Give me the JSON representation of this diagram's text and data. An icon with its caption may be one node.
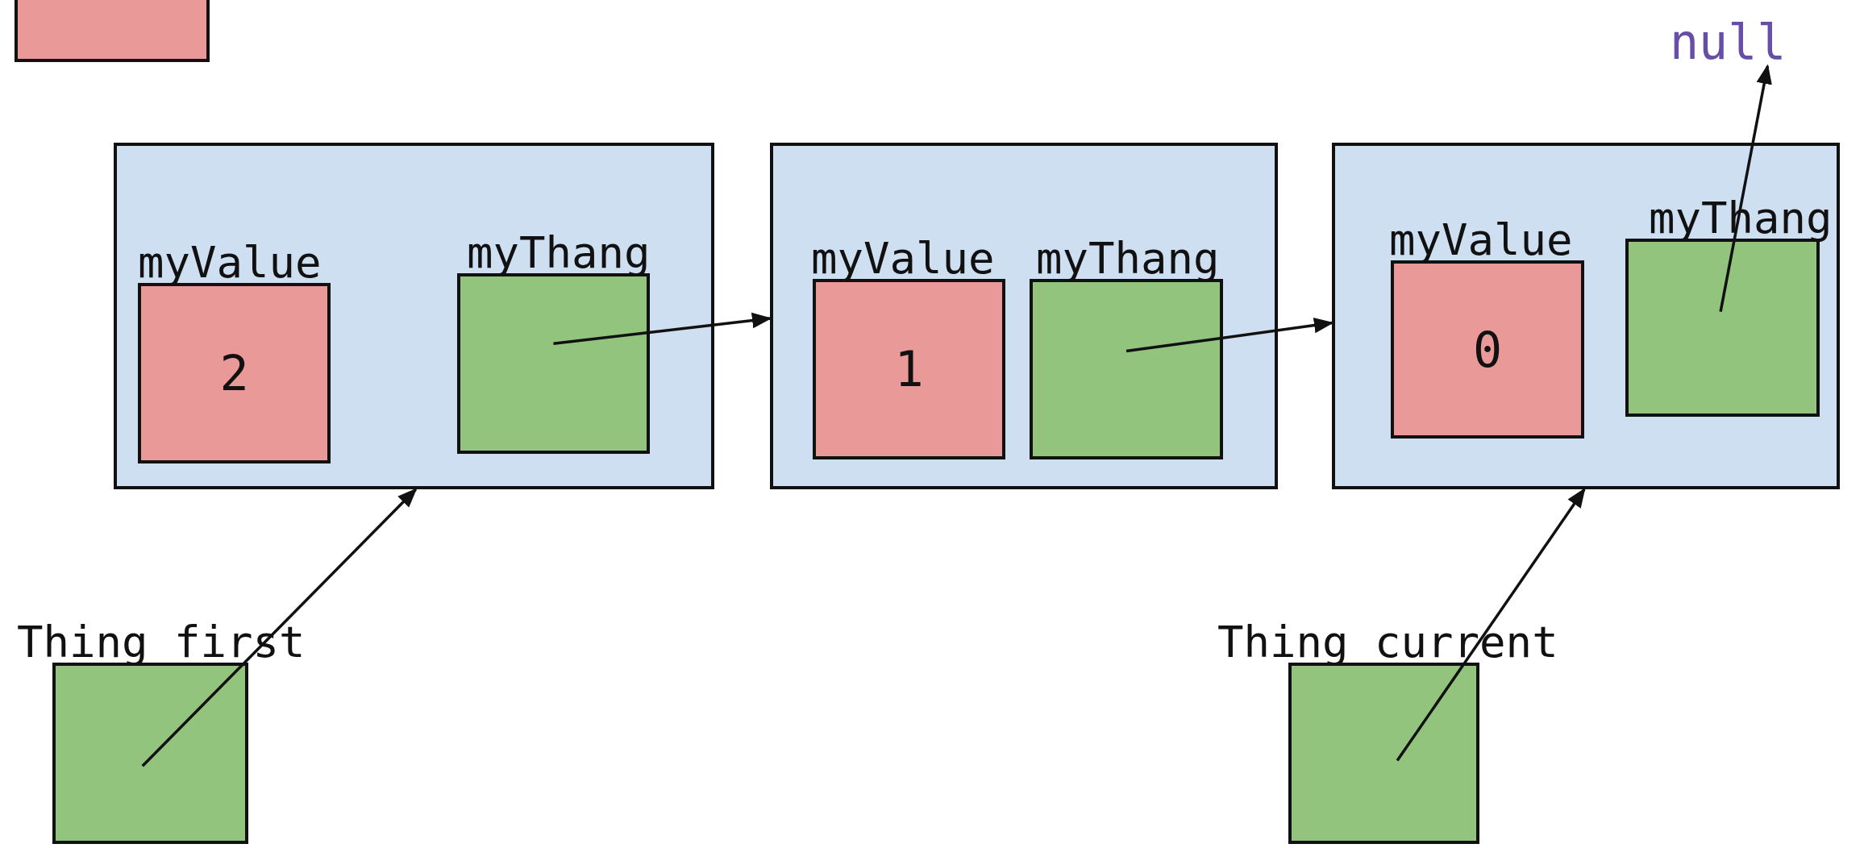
{
  "diagram": {
    "nodes": [
      {
        "text": [],
        "shape": "box"
      },
      {
        "text": [],
        "shape": "box"
      },
      {
        "text": [
          "myValue",
          "2"
        ],
        "in": 1
      },
      {
        "text": [
          "myThang"
        ],
        "in": 1
      },
      {
        "text": [],
        "shape": "box"
      },
      {
        "text": [
          "myValue",
          "1"
        ],
        "in": 4
      },
      {
        "text": [
          "myThang"
        ],
        "in": 4
      },
      {
        "text": [],
        "shape": "box"
      },
      {
        "text": [
          "myValue",
          "0"
        ],
        "in": 7
      },
      {
        "text": [
          "myThang"
        ],
        "in": 7
      },
      {
        "text": [
          "null"
        ]
      },
      {
        "text": [
          "Thing first"
        ]
      },
      {
        "text": [
          "Thing current"
        ]
      }
    ],
    "edges": [
      {
        "from": 3,
        "to": 4,
        "arrow": "to"
      },
      {
        "from": 6,
        "to": 7,
        "arrow": "to"
      },
      {
        "from": 9,
        "to": 10,
        "arrow": "to"
      },
      {
        "from": 11,
        "to": 1,
        "arrow": "to"
      },
      {
        "from": 12,
        "to": 7,
        "arrow": "to"
      }
    ]
  }
}
